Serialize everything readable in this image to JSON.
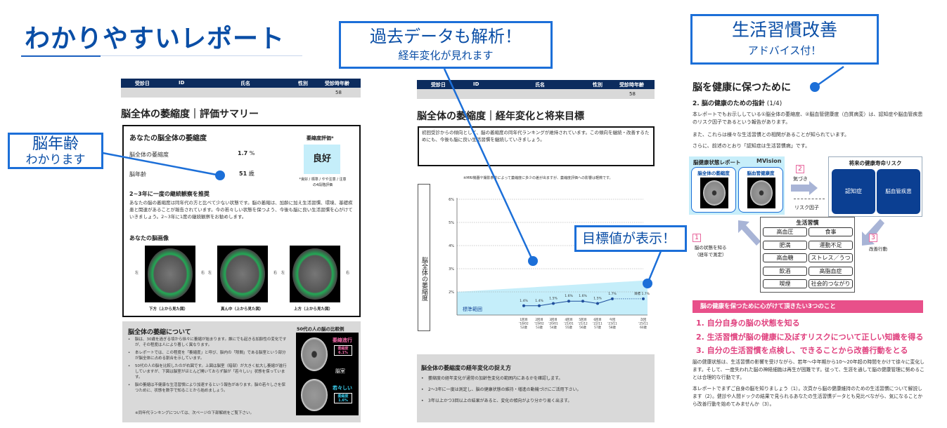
{
  "hero": {
    "title": "わかりやすいレポート"
  },
  "callouts": {
    "brain_age": {
      "line1": "脳年齢",
      "line2": "わかります"
    },
    "past_data": {
      "line1": "過去データも解析！",
      "line2": "経年変化が見れます"
    },
    "target": {
      "line1": "目標値が表示！"
    },
    "lifestyle": {
      "line1": "生活習慣改善",
      "line2": "アドバイス付！"
    }
  },
  "patient_header": {
    "columns": [
      "受診日",
      "ID",
      "氏名",
      "性別",
      "受診時年齢"
    ],
    "age": "58"
  },
  "page1": {
    "title": "脳全体の萎縮度｜評価サマリー",
    "box_title": "あなたの脳全体の萎縮度",
    "atrophy_label": "脳全体の萎縮度",
    "atrophy_value": "1.7",
    "atrophy_unit": "%",
    "brain_age_label": "脳年齢",
    "brain_age_value": "51",
    "brain_age_unit": "歳",
    "rating_title": "萎縮度評価*",
    "rating_value": "良好",
    "rating_note1": "*良好 / 標準 / やや注意 / 注意",
    "rating_note2": "の4段階評価",
    "recommend_title": "2~3年に一度の継続観察を推奨",
    "recommend_text": "あなたの脳の萎縮度は同年代の方と比べて少ない状態です。脳の萎縮は、加齢に加え生活習慣、環境、基礎疾患と関連があることが報告されています。今の若々しい状態を保つよう、今後も脳に良い生活習慣を心がけていきましょう。2~3年に1度の継続観察をお勧めします。",
    "images_title": "あなたの脳画像",
    "left": "左",
    "right": "右",
    "image_captions": [
      "下方（上から見た図）",
      "真ん中（上から見た図）",
      "上方（上から見た図）"
    ],
    "about_title": "脳全体の萎縮について",
    "about_items": [
      "脳は、30歳を過ぎる頃から徐々に萎縮が始まります。誰にでも起きる加齢性の変化ですが、その程度は人により著しく異なります。",
      "本レポートでは、この程度を「萎縮度」と呼び、脳内の「隙間」である脳室という部分が脳全体に占める割合を示しています。",
      "50代の人の脳を比較したのが右図です。上図は脳室（暗部）が大きく拡大し萎縮が進行していますが、下図は脳室がほとんど開いておらず脳が「若々しい」状態を保っています。",
      "脳の萎縮は不健康な生活習慣により加速するという報告があります。脳の若々しさを保つために、状態を数字で知ることから始めましょう。"
    ],
    "about_note": "※同年代ランキングについては、次ページの下部解説をご覧下さい。",
    "compare_title": "50代の人の脳の比較例",
    "compare_top_label": "萎縮進行",
    "compare_top_value": "萎縮度 6.1%",
    "compare_mid": "脳室",
    "compare_bottom_label": "若々しい",
    "compare_bottom_value": "萎縮度 1.6%"
  },
  "page2": {
    "title": "脳全体の萎縮度｜経年変化と将来目標",
    "intro": "初回受診からの傾向として、脳の萎縮度の同年代ランキングが維持されています。この傾向を継続・改善するためにも、今後も脳に良い生活習慣を継続していきましょう。",
    "note": "※MRI機器や撮影条件によって萎縮度に多少の差が出ますが、萎縮度評価への影響は軽微です。",
    "how_title": "脳全体の萎縮度の経年変化の捉え方",
    "how_items": [
      "萎縮度の経年変化が通常の加齢性変化の範囲内にあるかを確認します。",
      "2～3年に一度は測定し、脳の健康状態の維持・増進の動機づけにご活用下さい。",
      "3年以上かつ3回以上の結果があると、変化の傾向がより分かり易く出ます。"
    ]
  },
  "chart_data": {
    "type": "line",
    "ylabel": "脳全体の萎縮度",
    "ylim": [
      1,
      6
    ],
    "yticks": [
      "2%",
      "3%",
      "4%",
      "5%",
      "6%"
    ],
    "grid": true,
    "categories": [
      [
        "1回目",
        "'18/02",
        "52歳"
      ],
      [
        "2回目",
        "'19/02",
        "53歳"
      ],
      [
        "3回目",
        "'20/01",
        "54歳"
      ],
      [
        "4回目",
        "'21/01",
        "55歳"
      ],
      [
        "5回目",
        "'21/12",
        "56歳"
      ],
      [
        "6回目",
        "'22/11",
        "57歳"
      ],
      [
        "今回",
        "'23/11",
        "58歳"
      ],
      [
        "次回",
        "'25/11",
        "60歳"
      ]
    ],
    "values": [
      1.4,
      1.4,
      1.5,
      1.6,
      1.6,
      1.5,
      1.7,
      1.7
    ],
    "value_labels": [
      "1.4%",
      "1.4%",
      "1.5%",
      "1.6%",
      "1.6%",
      "1.5%",
      "1.7%",
      "目標 1.7%"
    ],
    "standard_range": {
      "label": "標準範囲",
      "upper_start": 2.0,
      "upper_end": 2.5
    },
    "colors": {
      "line": "#1f4e9c",
      "band": "#c5eefa"
    }
  },
  "page3": {
    "title": "脳を健康に保つために",
    "subtitle": "2. 脳の健康のための指針",
    "subtitle_page": "(1/4)",
    "para1": "本レポートでもお示ししている①脳全体の萎縮度、②脳血管健康度（白質病変）は、認知症や脳血管疾患のリスク因子であるという報告があります。",
    "para2": "また、これらは様々な生活習慣との相関があることが知られています。",
    "para3": "さらに、前述のとおり「認知症は生活習慣病」です。",
    "diagram": {
      "report_title": "脳健康状態レポート",
      "logo": "MVision",
      "report_items": [
        "脳全体の萎縮度",
        "脳血管健康度"
      ],
      "risk_title": "将来の健康寿命リスク",
      "risks": [
        "認知症",
        "脳血管疾患"
      ],
      "step1_num": "1",
      "step1": "脳の状態を知る",
      "step1_sub": "（経年で測定）",
      "step2_num": "2",
      "step2": "気づき",
      "step3_num": "3",
      "step3": "改善行動",
      "risk_factor": "リスク因子",
      "habits_title": "生活習慣",
      "habits": [
        "高血圧",
        "食事",
        "肥満",
        "運動不足",
        "高血糖",
        "ストレス／うつ",
        "飲酒",
        "高脂血症",
        "喫煙",
        "社会的つながり"
      ]
    },
    "three_title": "脳の健康を保つために心がけて頂きたい3つのこと",
    "three_items": [
      "1. 自分自身の脳の状態を知る",
      "2. 生活習慣が脳の健康に及ぼすリスクについて正しい知識を得る",
      "3. 自分の生活習慣を点検し、できることから改善行動をとる"
    ],
    "para4": "脳の健康状態は、生活習慣の影響を受けながら、若年～中年期から10～20年超の時間をかけて徐々に変化します。そして、一度失われた脳の神経細胞は再生が困難です。従って、生涯を通して脳の健康管理に努めることは合理的な行動です。",
    "para5": "本レポートでまずご自身の脳を知りましょう（1）。次頁から脳の健康維持のための生活習慣について解説します（2）。健診や人間ドックの結果で見られるあなたの生活習慣データとも見比べながら、気になることから改善行動を始めてみませんか（3）。"
  },
  "colors": {
    "accent": "#1c6fd8",
    "navy": "#0c2c5e",
    "pink": "#e8508a",
    "band": "#c5eefa"
  }
}
